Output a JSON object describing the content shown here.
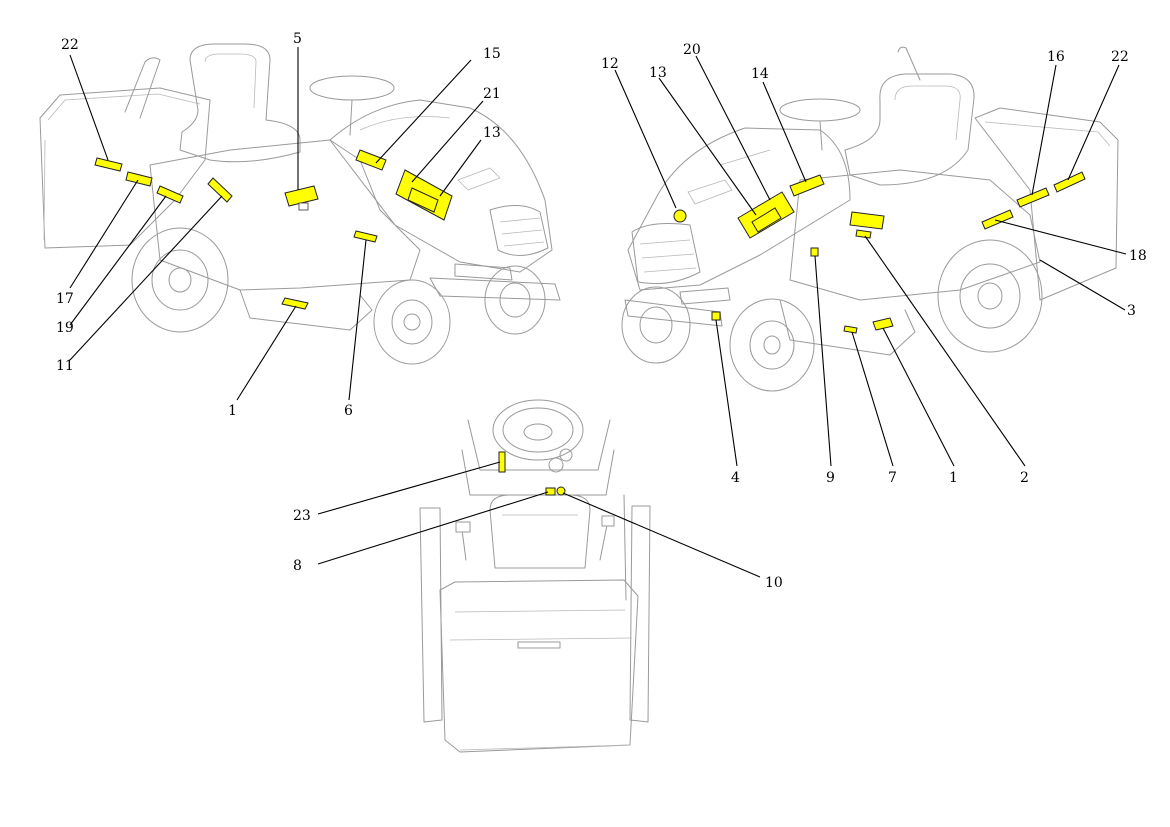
{
  "views": {
    "left_view": {
      "callouts": [
        "22",
        "5",
        "15",
        "21",
        "13",
        "17",
        "19",
        "11",
        "1",
        "6"
      ]
    },
    "right_view": {
      "callouts": [
        "12",
        "20",
        "13",
        "14",
        "16",
        "22",
        "18",
        "3",
        "4",
        "9",
        "7",
        "1",
        "2"
      ]
    },
    "rear_view": {
      "callouts": [
        "23",
        "8",
        "10"
      ]
    }
  },
  "colors": {
    "decal": "#ffff00",
    "outline": "#9a9a9a",
    "leader": "#000000"
  }
}
